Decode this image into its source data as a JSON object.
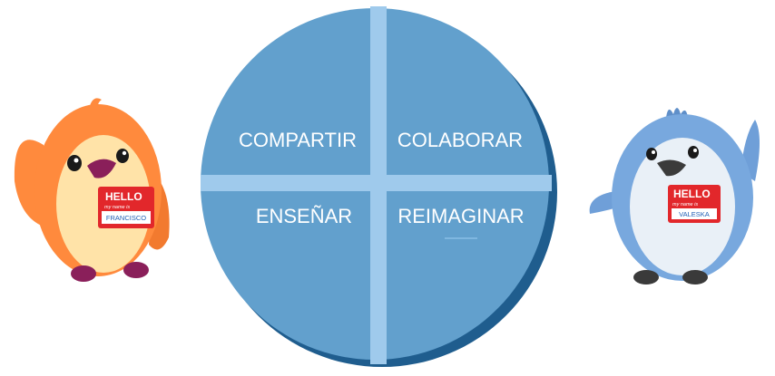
{
  "diagram": {
    "quadrants": [
      {
        "label": "COMPARTIR"
      },
      {
        "label": "COLABORAR"
      },
      {
        "label": "ENSEÑAR"
      },
      {
        "label": "REIMAGINAR"
      }
    ]
  },
  "characters": {
    "left": {
      "name_tag": {
        "hello": "HELLO",
        "subtitle": "my name is",
        "name": "FRANCISCO"
      }
    },
    "right": {
      "name_tag": {
        "hello": "HELLO",
        "subtitle": "my name is",
        "name": "VALESKA"
      }
    }
  },
  "colors": {
    "circle_fill": "#62a0cd",
    "circle_shadow": "#1f5d8e",
    "divider": "#9fcaec",
    "tag_red": "#e2272b"
  }
}
